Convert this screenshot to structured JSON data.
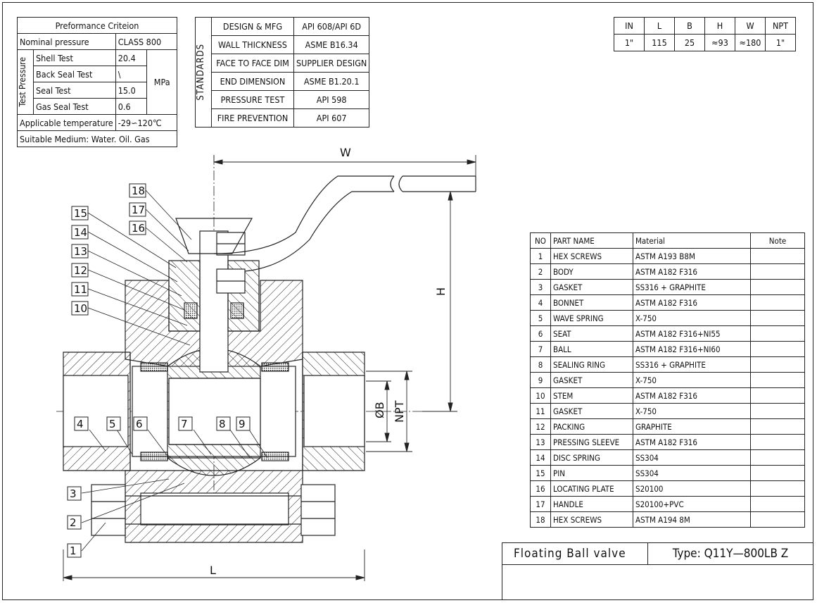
{
  "performance": {
    "title": "Preformance Criteion",
    "nominal_label": "Nominal pressure",
    "nominal_value": "CLASS 800",
    "test_pressure_label": "Test Pressure",
    "tests": [
      {
        "label": "Shell Test",
        "value": "20.4"
      },
      {
        "label": "Back Seal Test",
        "value": "\\"
      },
      {
        "label": "Seal Test",
        "value": "15.0"
      },
      {
        "label": "Gas Seal Test",
        "value": "0.6"
      }
    ],
    "unit": "MPa",
    "temp_label": "Applicable temperature",
    "temp_value": "-29∽120℃",
    "medium": "Suitable Medium:    Water. Oil. Gas"
  },
  "standards": {
    "label": "STANDARDS",
    "rows": [
      {
        "item": "DESIGN & MFG",
        "value": "API 608/API 6D"
      },
      {
        "item": "WALL THICKNESS",
        "value": "ASME B16.34"
      },
      {
        "item": "FACE TO FACE DIM",
        "value": "SUPPLIER DESIGN"
      },
      {
        "item": "END DIMENSION",
        "value": "ASME B1.20.1"
      },
      {
        "item": "PRESSURE TEST",
        "value": "API 598"
      },
      {
        "item": "FIRE PREVENTION",
        "value": "API 607"
      }
    ]
  },
  "dimensions": {
    "headers": [
      "IN",
      "L",
      "B",
      "H",
      "W",
      "NPT"
    ],
    "values": [
      "1\"",
      "115",
      "25",
      "≈93",
      "≈180",
      "1\""
    ]
  },
  "parts": {
    "headers": [
      "NO",
      "PART NAME",
      "Material",
      "Note"
    ],
    "rows": [
      {
        "no": "1",
        "name": "HEX SCREWS",
        "material": "ASTM A193 B8M",
        "note": ""
      },
      {
        "no": "2",
        "name": "BODY",
        "material": "ASTM A182 F316",
        "note": ""
      },
      {
        "no": "3",
        "name": "GASKET",
        "material": "SS316 + GRAPHITE",
        "note": ""
      },
      {
        "no": "4",
        "name": "BONNET",
        "material": "ASTM A182 F316",
        "note": ""
      },
      {
        "no": "5",
        "name": "WAVE SPRING",
        "material": "X-750",
        "note": ""
      },
      {
        "no": "6",
        "name": "SEAT",
        "material": "ASTM A182 F316+NI55",
        "note": ""
      },
      {
        "no": "7",
        "name": "BALL",
        "material": "ASTM A182 F316+NI60",
        "note": ""
      },
      {
        "no": "8",
        "name": "SEALING RING",
        "material": "SS316 + GRAPHITE",
        "note": ""
      },
      {
        "no": "9",
        "name": "GASKET",
        "material": "X-750",
        "note": ""
      },
      {
        "no": "10",
        "name": "STEM",
        "material": "ASTM A182 F316",
        "note": ""
      },
      {
        "no": "11",
        "name": "GASKET",
        "material": "X-750",
        "note": ""
      },
      {
        "no": "12",
        "name": "PACKING",
        "material": "GRAPHITE",
        "note": ""
      },
      {
        "no": "13",
        "name": "PRESSING SLEEVE",
        "material": "ASTM A182 F316",
        "note": ""
      },
      {
        "no": "14",
        "name": "DISC SPRING",
        "material": "SS304",
        "note": ""
      },
      {
        "no": "15",
        "name": "PIN",
        "material": "SS304",
        "note": ""
      },
      {
        "no": "16",
        "name": "LOCATING PLATE",
        "material": "S20100",
        "note": ""
      },
      {
        "no": "17",
        "name": "HANDLE",
        "material": "S20100+PVC",
        "note": ""
      },
      {
        "no": "18",
        "name": "HEX SCREWS",
        "material": "ASTM A194 8M",
        "note": ""
      }
    ]
  },
  "title_block": {
    "name": "Floating  Ball  valve",
    "type": "Type: Q11Y—800LB Z"
  },
  "drawing": {
    "dim_labels": {
      "w": "W",
      "h": "H",
      "l": "L",
      "b": "ØB",
      "npt": "NPT"
    },
    "callouts": [
      "1",
      "2",
      "3",
      "4",
      "5",
      "6",
      "7",
      "8",
      "9",
      "10",
      "11",
      "12",
      "13",
      "14",
      "15",
      "16",
      "17",
      "18"
    ]
  }
}
